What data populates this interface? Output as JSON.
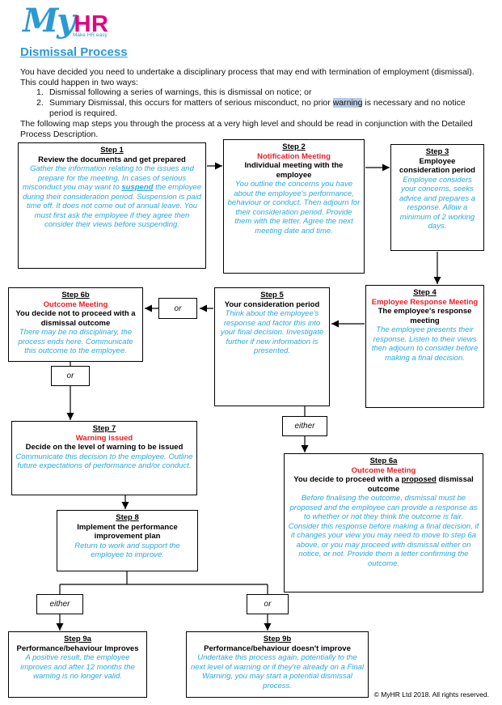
{
  "logo": {
    "my": "My",
    "hr": "HR",
    "tagline": "Make HR easy"
  },
  "header": {
    "title": "Dismissal Process",
    "intro": "You have decided you need to undertake a disciplinary process that may end with termination of employment (dismissal). This could happen in two ways:",
    "list_marker_1": "1.",
    "list_item_1": "Dismissal following a series of warnings, this is dismissal on notice; or",
    "list_marker_2": "2.",
    "list_item_2_pre": "Summary Dismissal, this occurs for matters of serious misconduct, no prior ",
    "list_item_2_highlight": "warning",
    "list_item_2_post": " is necessary and no notice period is required.",
    "outro": "The following map steps you through the process at a very high level and should be read in conjunction with the Detailed Process Description."
  },
  "connectors": {
    "or": "or",
    "either": "either"
  },
  "steps": {
    "s1": {
      "label": "Step 1",
      "heading": "Review the documents and get prepared",
      "body_pre": "Gather the information relating to the issues and prepare for the meeting. In cases of serious misconduct you may want to ",
      "body_underline": "suspend",
      "body_post": " the employee during their consideration period. Suspension is paid time off. It does not come out of annual leave. You must first ask the employee if they agree then consider their views before suspending."
    },
    "s2": {
      "label": "Step 2",
      "red": "Notification Meeting",
      "heading": "Individual meeting with the employee",
      "body": "You outline the concerns you have about the employee's performance, behaviour or conduct. Then adjourn for their consideration period. Provide them with the letter. Agree the next meeting date and time."
    },
    "s3": {
      "label": "Step 3",
      "heading": "Employee consideration period",
      "body": "Employee considers your concerns, seeks advice and prepares a response. Allow a minimum of 2 working days."
    },
    "s4": {
      "label": "Step 4",
      "red": "Employee Response Meeting",
      "heading": "The employee's response meeting",
      "body": "The employee presents their response. Listen to their views then adjourn to consider before making a final decision."
    },
    "s5": {
      "label": "Step 5",
      "heading": "Your consideration period",
      "body": "Think about the employee's response and factor this into your final decision. Investigate further if new information is presented."
    },
    "s6b": {
      "label": "Step 6b",
      "red": "Outcome Meeting",
      "heading": "You decide not to proceed with a dismissal outcome",
      "body": "There may be no disciplinary, the process ends here. Communicate this outcome to the employee."
    },
    "s7": {
      "label": "Step 7",
      "red": "Warning issued",
      "heading": "Decide on the level of warning to be issued",
      "body": "Communicate this decision to the employee. Outline future expectations of performance and/or conduct."
    },
    "s6a": {
      "label": "Step 6a",
      "red": "Outcome Meeting",
      "heading_pre": "You decide to proceed with a ",
      "heading_underline": "proposed",
      "heading_post": " dismissal outcome",
      "body": "Before finalising the outcome, dismissal must be proposed and the employee can provide a response as to whether or not they think the outcome is fair. Consider this response before making a final decision, if it changes your view you may need to move to step 6a above, or you may proceed with dismissal either on notice, or not. Provide them a letter confirming the outcome."
    },
    "s8": {
      "label": "Step 8",
      "heading": "Implement the performance improvement plan",
      "body": "Return to work and support the employee to improve."
    },
    "s9a": {
      "label": "Step 9a",
      "heading": "Performance/behaviour Improves",
      "body": "A positive result, the employee improves and after 12 months the warning is no longer valid."
    },
    "s9b": {
      "label": "Step 9b",
      "heading": "Performance/behaviour doesn't improve",
      "body": "Undertake this process again, potentially to the next level of warning or if they're already on a Final Warning, you may start a potential dismissal process."
    }
  },
  "footer": {
    "copyright": "© MyHR Ltd 2018. All rights reserved."
  },
  "colors": {
    "title_blue": "#2b9ad4",
    "body_cyan": "#29a9e0",
    "alert_red": "#ee1c25",
    "logo_blue": "#2b9ad4",
    "logo_magenta": "#e5007d",
    "highlight_bg": "#b8cce4"
  }
}
